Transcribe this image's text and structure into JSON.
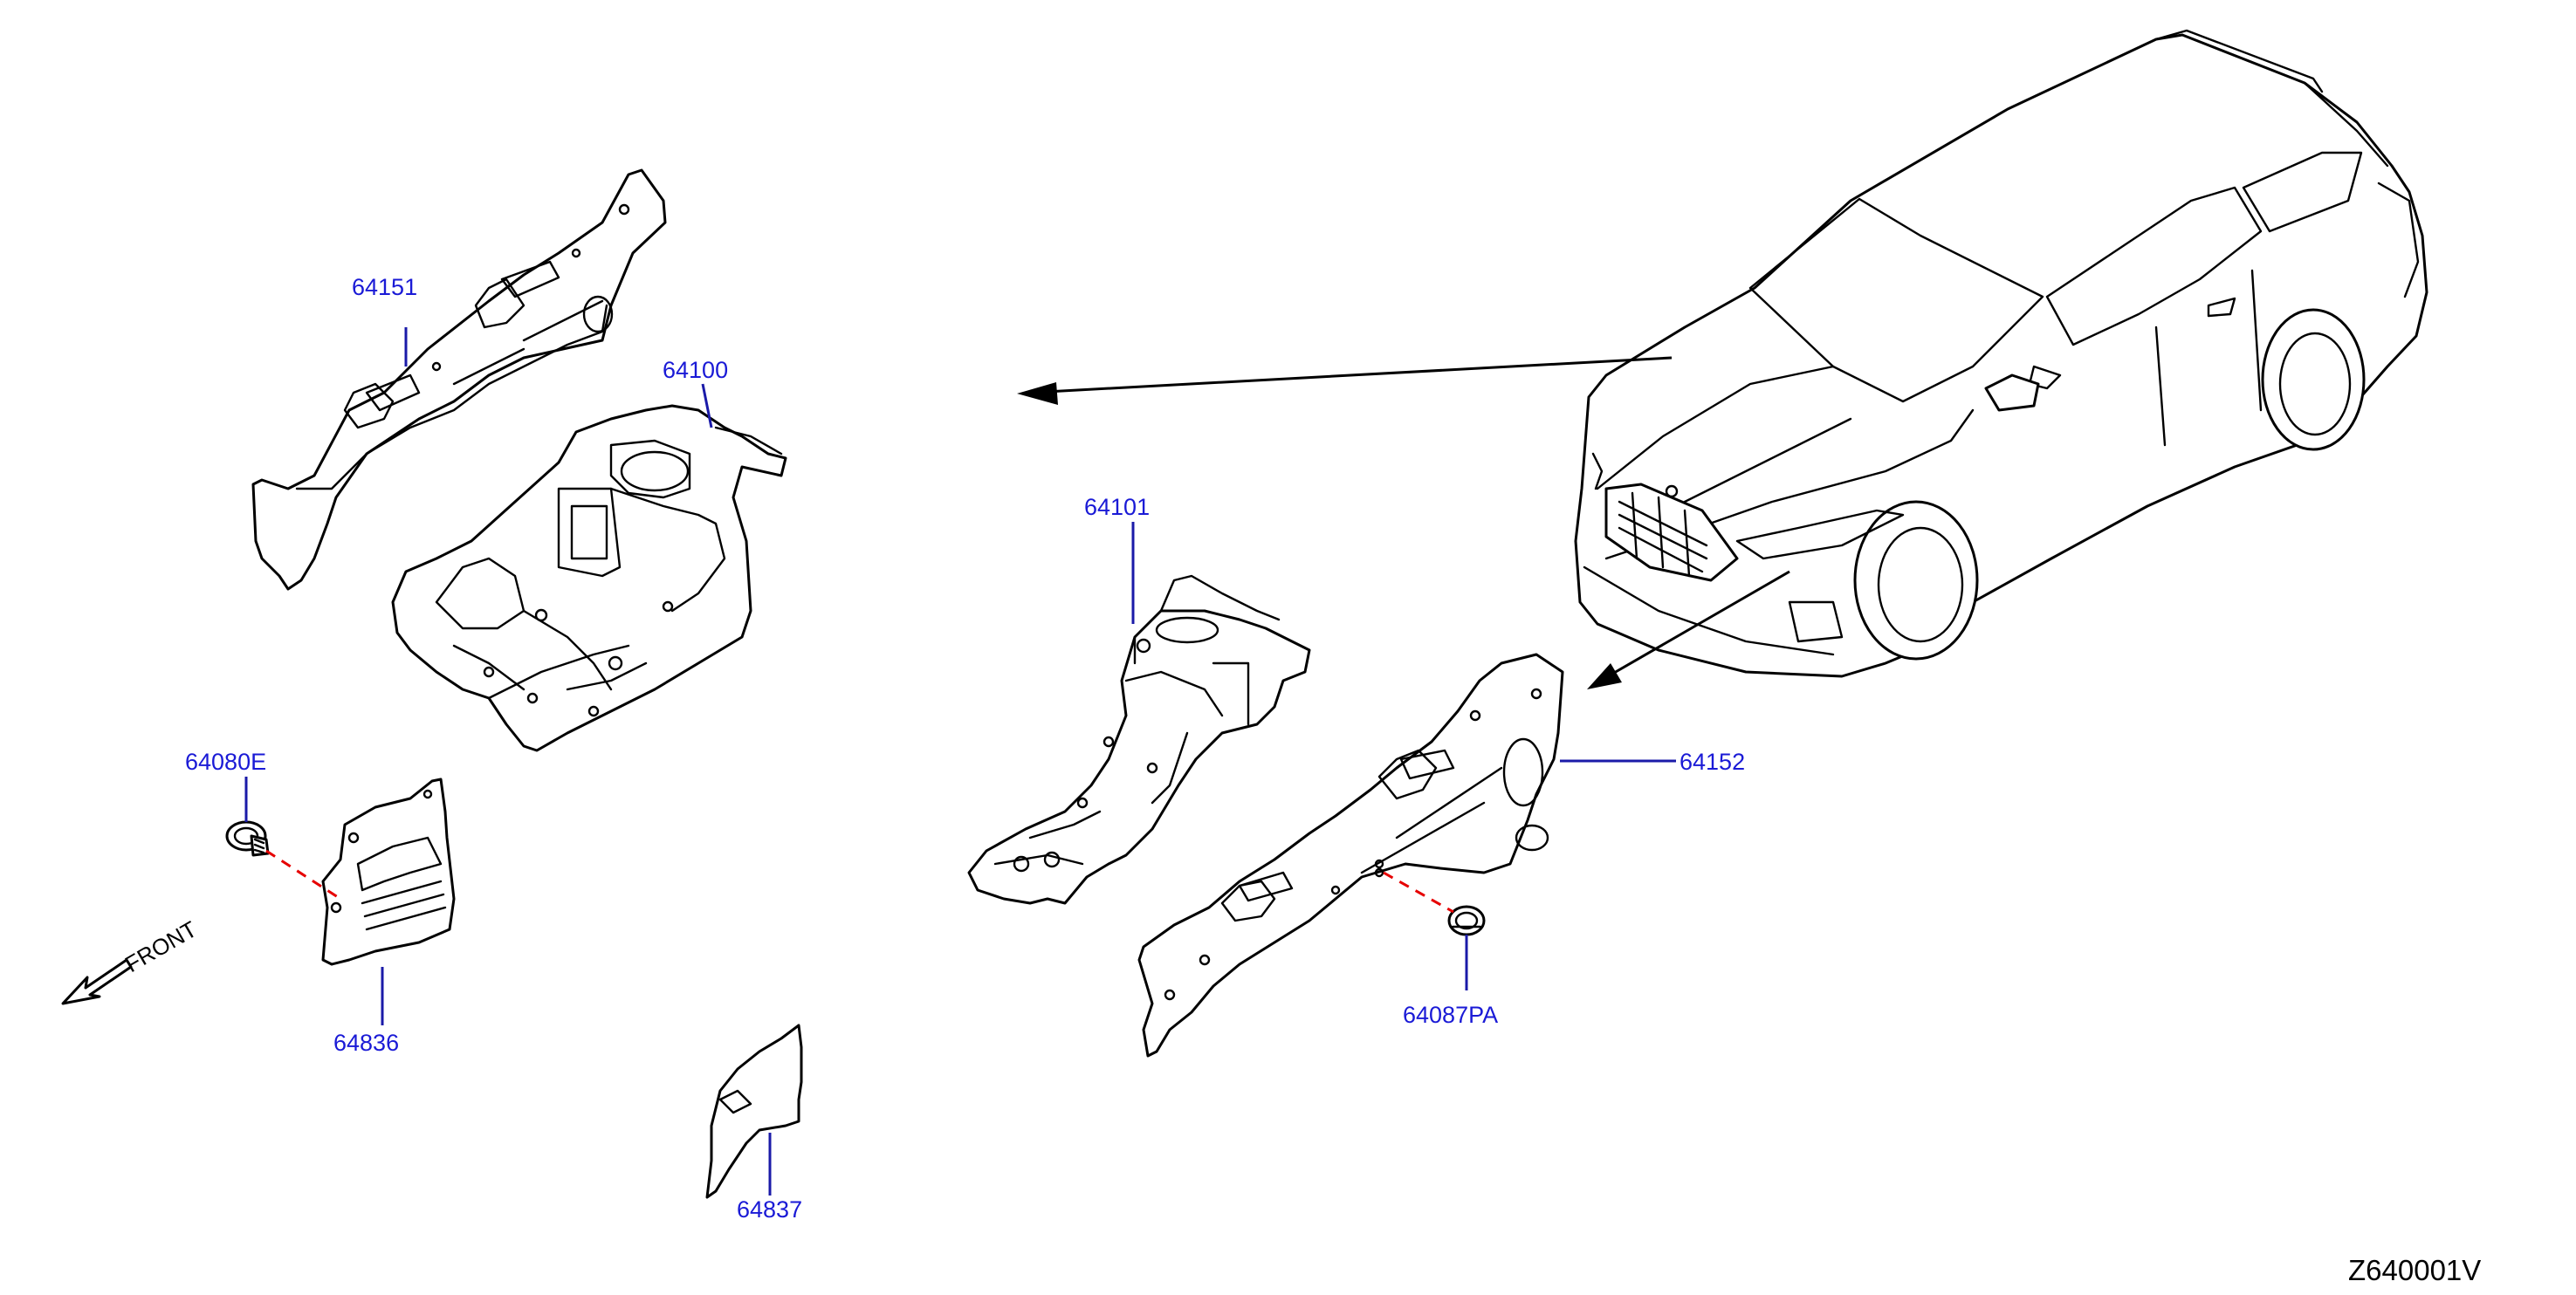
{
  "diagram": {
    "reference_code": "Z640001V",
    "front_label": "FRONT",
    "colors": {
      "label": "#1a1ad6",
      "leader": "#1a1aa8",
      "dashed_connector": "#e60000",
      "line_art": "#000000"
    },
    "parts": [
      {
        "id": "p64151",
        "number": "64151"
      },
      {
        "id": "p64100",
        "number": "64100"
      },
      {
        "id": "p64080E",
        "number": "64080E"
      },
      {
        "id": "p64836",
        "number": "64836"
      },
      {
        "id": "p64837",
        "number": "64837"
      },
      {
        "id": "p64101",
        "number": "64101"
      },
      {
        "id": "p64152",
        "number": "64152"
      },
      {
        "id": "p64087PA",
        "number": "64087PA"
      }
    ]
  }
}
